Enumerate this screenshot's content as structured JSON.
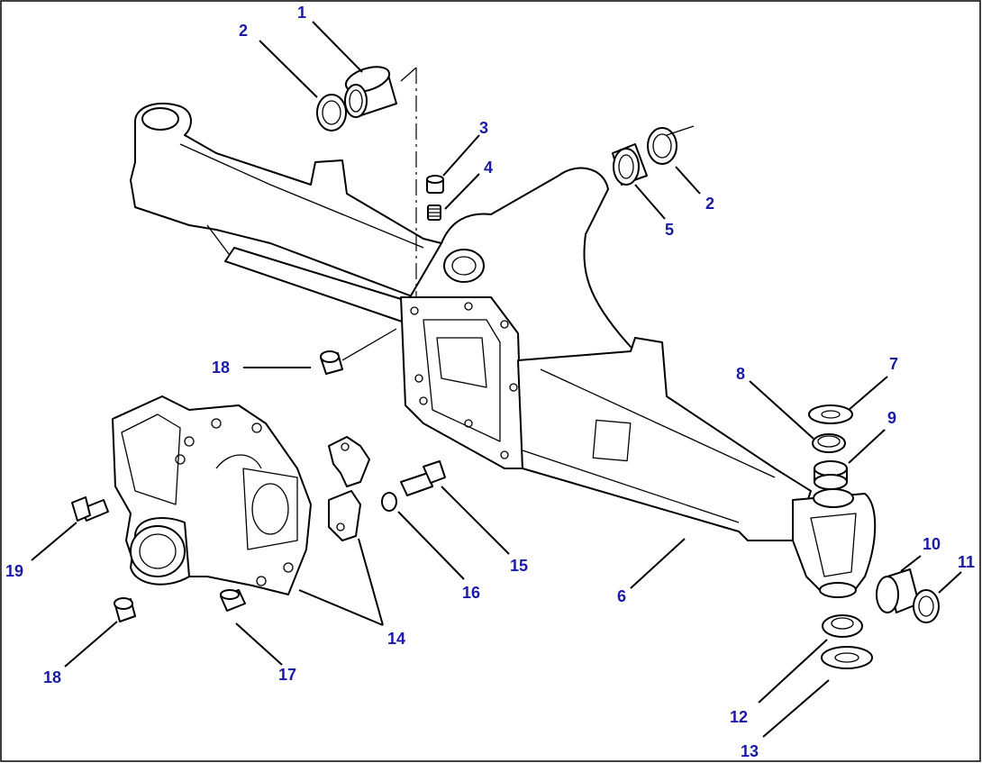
{
  "callouts": [
    {
      "id": "c1",
      "label": "1"
    },
    {
      "id": "c2a",
      "label": "2"
    },
    {
      "id": "c2b",
      "label": "2"
    },
    {
      "id": "c3",
      "label": "3"
    },
    {
      "id": "c4",
      "label": "4"
    },
    {
      "id": "c5",
      "label": "5"
    },
    {
      "id": "c6",
      "label": "6"
    },
    {
      "id": "c7",
      "label": "7"
    },
    {
      "id": "c8",
      "label": "8"
    },
    {
      "id": "c9",
      "label": "9"
    },
    {
      "id": "c10",
      "label": "10"
    },
    {
      "id": "c11",
      "label": "11"
    },
    {
      "id": "c12",
      "label": "12"
    },
    {
      "id": "c13",
      "label": "13"
    },
    {
      "id": "c14",
      "label": "14"
    },
    {
      "id": "c15",
      "label": "15"
    },
    {
      "id": "c16",
      "label": "16"
    },
    {
      "id": "c17",
      "label": "17"
    },
    {
      "id": "c18a",
      "label": "18"
    },
    {
      "id": "c18b",
      "label": "18"
    },
    {
      "id": "c19",
      "label": "19"
    }
  ],
  "colors": {
    "callout": "#1a1aa8",
    "line": "#000000",
    "background": "#ffffff"
  }
}
